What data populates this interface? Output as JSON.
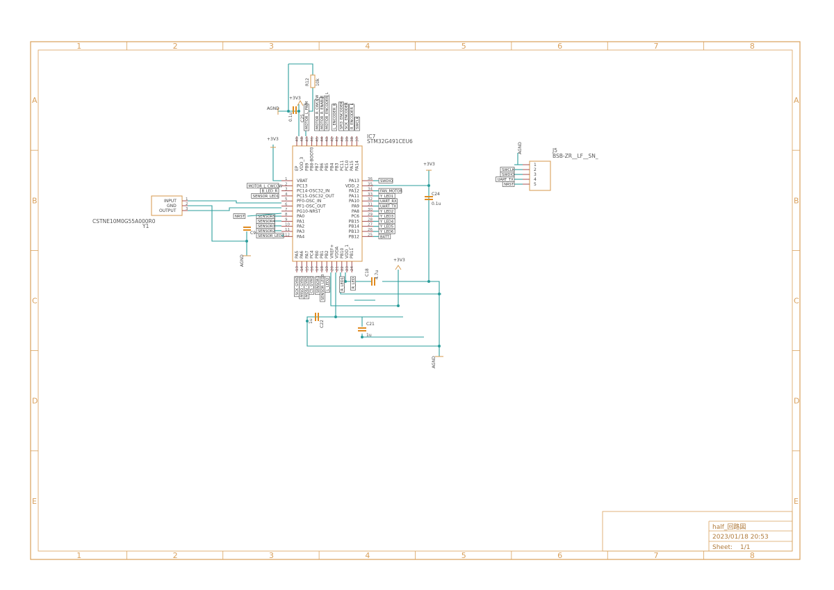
{
  "frame": {
    "columns": [
      "1",
      "2",
      "3",
      "4",
      "5",
      "6",
      "7",
      "8"
    ],
    "rows": [
      "A",
      "B",
      "C",
      "D",
      "E"
    ]
  },
  "title_block": {
    "title": "half_回路図",
    "date": "2023/01/18 20:53",
    "sheet_label": "Sheet:",
    "sheet_value": "1/1"
  },
  "mcu": {
    "ref": "IC7",
    "value": "STM32G491CEU6",
    "left_pins": [
      {
        "num": "1",
        "name": "VBAT"
      },
      {
        "num": "2",
        "name": "PC13"
      },
      {
        "num": "3",
        "name": "PC14-OSC32_IN"
      },
      {
        "num": "4",
        "name": "PC15-OSC32_OUT"
      },
      {
        "num": "5",
        "name": "PF0-OSC_IN"
      },
      {
        "num": "6",
        "name": "PF1-OSC_OUT"
      },
      {
        "num": "7",
        "name": "PG10-NRST"
      },
      {
        "num": "8",
        "name": "PA0"
      },
      {
        "num": "9",
        "name": "PA1"
      },
      {
        "num": "10",
        "name": "PA2"
      },
      {
        "num": "11",
        "name": "PA3"
      },
      {
        "num": "12",
        "name": "PA4"
      }
    ],
    "right_pins": [
      {
        "num": "36",
        "name": "PA13"
      },
      {
        "num": "35",
        "name": "VDD_2"
      },
      {
        "num": "34",
        "name": "PA12"
      },
      {
        "num": "33",
        "name": "PA11"
      },
      {
        "num": "32",
        "name": "PA10"
      },
      {
        "num": "31",
        "name": "PA9"
      },
      {
        "num": "30",
        "name": "PA8"
      },
      {
        "num": "29",
        "name": "PC6"
      },
      {
        "num": "28",
        "name": "PB15"
      },
      {
        "num": "27",
        "name": "PB14"
      },
      {
        "num": "26",
        "name": "PB13"
      },
      {
        "num": "25",
        "name": "PB12"
      }
    ],
    "top_pins": [
      {
        "num": "49",
        "name": "EP"
      },
      {
        "num": "48",
        "name": "VDD_3"
      },
      {
        "num": "47",
        "name": "PB9"
      },
      {
        "num": "46",
        "name": "PB8-BOOT0"
      },
      {
        "num": "45",
        "name": "PB7"
      },
      {
        "num": "44",
        "name": "PB6"
      },
      {
        "num": "43",
        "name": "PB5"
      },
      {
        "num": "42",
        "name": "PB4"
      },
      {
        "num": "41",
        "name": "PB3"
      },
      {
        "num": "40",
        "name": "PC11"
      },
      {
        "num": "39",
        "name": "PC10"
      },
      {
        "num": "38",
        "name": "PA15"
      },
      {
        "num": "37",
        "name": "PA14"
      }
    ],
    "bottom_pins": [
      {
        "num": "13",
        "name": "PA5"
      },
      {
        "num": "14",
        "name": "PA6"
      },
      {
        "num": "15",
        "name": "PA7"
      },
      {
        "num": "16",
        "name": "PC4"
      },
      {
        "num": "17",
        "name": "PB0"
      },
      {
        "num": "18",
        "name": "PB1"
      },
      {
        "num": "19",
        "name": "PB2"
      },
      {
        "num": "20",
        "name": "VREF+"
      },
      {
        "num": "21",
        "name": "VDDA"
      },
      {
        "num": "22",
        "name": "PB10"
      },
      {
        "num": "23",
        "name": "VDD_1"
      },
      {
        "num": "24",
        "name": "PB11"
      }
    ]
  },
  "left_nets": [
    "MOTOR_L_CWCCW",
    "B_LED_R",
    "SENSOR_LED1"
  ],
  "left_low_nets": [
    "NRST",
    "SENSOR5",
    "SENSOR4",
    "SENSOR3",
    "SENSOR2",
    "SENSOR_LED2"
  ],
  "right_nets": [
    "SWDIO",
    "FAN_MOTOR",
    "Y_LED1",
    "UART_RX",
    "UART_TX",
    "Y_LED2",
    "Y_LED3",
    "Y_LED4",
    "Y_LED5",
    "Y_LED6",
    "BATT"
  ],
  "top_nets": [
    "MOTOR_L_PWM",
    "MOTOR_R_CWCCW",
    "MOTOR_R_ENABLE",
    "MOTOR_ENCODER_L",
    "L_ENCODER_R",
    "SPI3_ENCODER",
    "SCK_ENCODER",
    "R_ENCODER_L",
    "SWCLK"
  ],
  "bottom_nets": [
    "SCK_GYRO",
    "MISO_GYRO",
    "MOSI_GYRO",
    "CS_GYRO",
    "SENSOR1",
    "SENSOR_LED3",
    "L_LED2",
    "R_LED1",
    "R_LED"
  ],
  "crystal": {
    "ref": "Y1",
    "value": "CSTNE10M0G55A000R0",
    "pins": [
      "INPUT",
      "GND",
      "OUTPUT"
    ],
    "pin_nums": [
      "1",
      "2",
      "3"
    ]
  },
  "connector": {
    "ref": "J5",
    "value": "BSB-ZR__LF__SN_",
    "pins": [
      "1",
      "2",
      "3",
      "4",
      "5"
    ],
    "nets": [
      "SWCLK",
      "SWDIO",
      "UART_TX",
      "NRST"
    ]
  },
  "resistors": [
    {
      "ref": "R12",
      "value": "10k"
    }
  ],
  "capacitors": [
    {
      "ref": "C25",
      "value": "0.1u"
    },
    {
      "ref": "C24",
      "value": "0.1u"
    },
    {
      "ref": "C18",
      "value": "4.7u"
    },
    {
      "ref": "C22",
      "value": "1u"
    },
    {
      "ref": "C21",
      "value": "1u"
    },
    {
      "ref": "C9",
      "value": ""
    }
  ],
  "power": {
    "v33": "+3V3",
    "agnd": "AGND"
  }
}
